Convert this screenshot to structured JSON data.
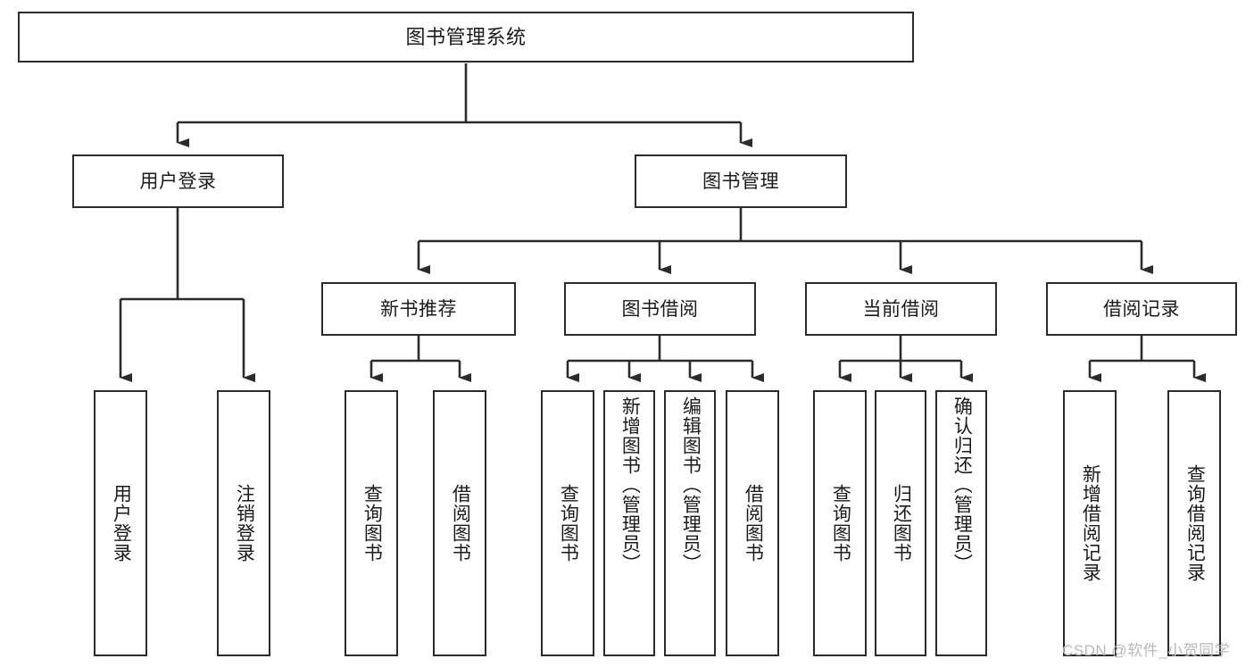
{
  "diagram": {
    "type": "tree-hierarchy",
    "title": "图书管理系统",
    "watermark": "CSDN @软件_小贺同学",
    "colors": {
      "stroke": "#2b2b2b",
      "fill": "#ffffff",
      "text": "#1b1b1b",
      "watermark": "#b9b9b9"
    },
    "root": {
      "label": "图书管理系统"
    },
    "level2": [
      {
        "id": "user-login",
        "label": "用户登录"
      },
      {
        "id": "book-manage",
        "label": "图书管理"
      }
    ],
    "level3": [
      {
        "id": "new-book-recommend",
        "label": "新书推荐",
        "parent": "book-manage"
      },
      {
        "id": "book-borrow",
        "label": "图书借阅",
        "parent": "book-manage"
      },
      {
        "id": "current-borrow",
        "label": "当前借阅",
        "parent": "book-manage"
      },
      {
        "id": "borrow-record",
        "label": "借阅记录",
        "parent": "book-manage"
      }
    ],
    "leaves": {
      "user-login": [
        {
          "id": "leaf-user-login",
          "label": "用户登录"
        },
        {
          "id": "leaf-user-logout",
          "label": "注销登录"
        }
      ],
      "new-book-recommend": [
        {
          "id": "leaf-query-book-1",
          "label": "查询图书"
        },
        {
          "id": "leaf-borrow-book-1",
          "label": "借阅图书"
        }
      ],
      "book-borrow": [
        {
          "id": "leaf-query-book-2",
          "label": "查询图书"
        },
        {
          "id": "leaf-add-book",
          "label": "新增图书（管理员）"
        },
        {
          "id": "leaf-edit-book",
          "label": "编辑图书（管理员）"
        },
        {
          "id": "leaf-borrow-book-2",
          "label": "借阅图书"
        }
      ],
      "current-borrow": [
        {
          "id": "leaf-query-book-3",
          "label": "查询图书"
        },
        {
          "id": "leaf-return-book",
          "label": "归还图书"
        },
        {
          "id": "leaf-confirm-return",
          "label": "确认归还（管理员）"
        }
      ],
      "borrow-record": [
        {
          "id": "leaf-add-record",
          "label": "新增借阅记录"
        },
        {
          "id": "leaf-query-record",
          "label": "查询借阅记录"
        }
      ]
    }
  }
}
